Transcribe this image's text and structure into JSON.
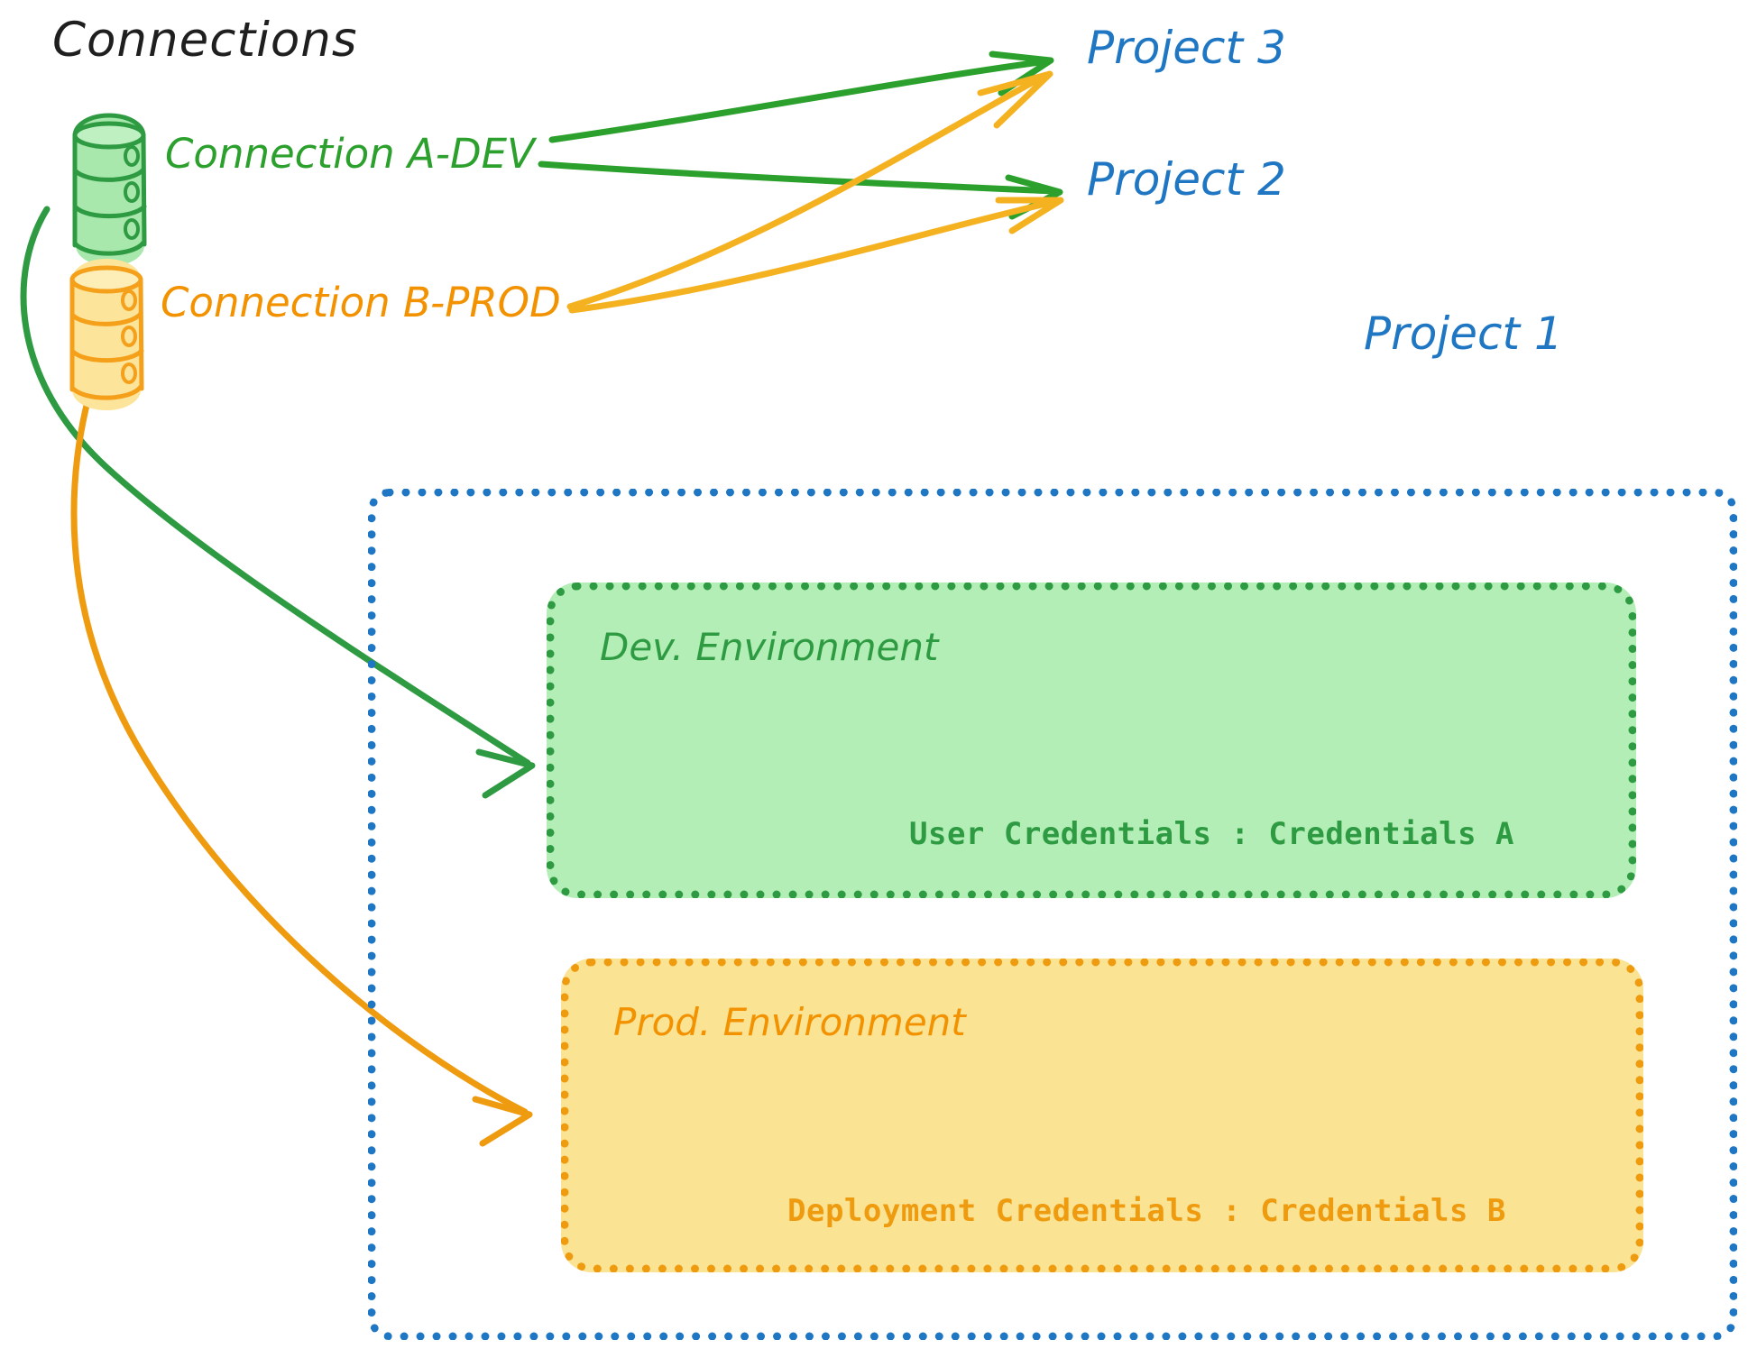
{
  "heading": "Connections",
  "connections": [
    {
      "id": "a-dev",
      "label": "Connection A-DEV",
      "color": "#2ca02c",
      "icon": "database-icon"
    },
    {
      "id": "b-prod",
      "label": "Connection B-PROD",
      "color": "#f39200",
      "icon": "database-icon"
    }
  ],
  "projects": [
    {
      "id": "project-3",
      "label": "Project 3",
      "color": "#1f77c4"
    },
    {
      "id": "project-2",
      "label": "Project 2",
      "color": "#1f77c4"
    },
    {
      "id": "project-1",
      "label": "Project 1",
      "color": "#1f77c4"
    }
  ],
  "project1": {
    "environments": [
      {
        "id": "dev",
        "title": "Dev. Environment",
        "credentials_label": "User Credentials : Credentials A",
        "fill": "#b2eeb6",
        "stroke": "#2e9b43"
      },
      {
        "id": "prod",
        "title": "Prod. Environment",
        "credentials_label": "Deployment Credentials : Credentials B",
        "fill": "#fbe394",
        "stroke": "#ef9b0f"
      }
    ],
    "border_color": "#1f77c4"
  },
  "edges": [
    {
      "from": "a-dev",
      "to": "project-3",
      "color": "#2ca02c"
    },
    {
      "from": "a-dev",
      "to": "project-2",
      "color": "#2ca02c"
    },
    {
      "from": "a-dev",
      "to": "dev",
      "color": "#2ca02c"
    },
    {
      "from": "b-prod",
      "to": "project-3",
      "color": "#f5b220"
    },
    {
      "from": "b-prod",
      "to": "project-2",
      "color": "#f5b220"
    },
    {
      "from": "b-prod",
      "to": "prod",
      "color": "#f39200"
    }
  ],
  "palette": {
    "green_stroke": "#2e9b43",
    "green_fill": "#a8e8ac",
    "orange_stroke": "#f5a01a",
    "orange_fill": "#fce49a",
    "blue": "#1f77c4",
    "text_dark": "#1f1f1f"
  }
}
